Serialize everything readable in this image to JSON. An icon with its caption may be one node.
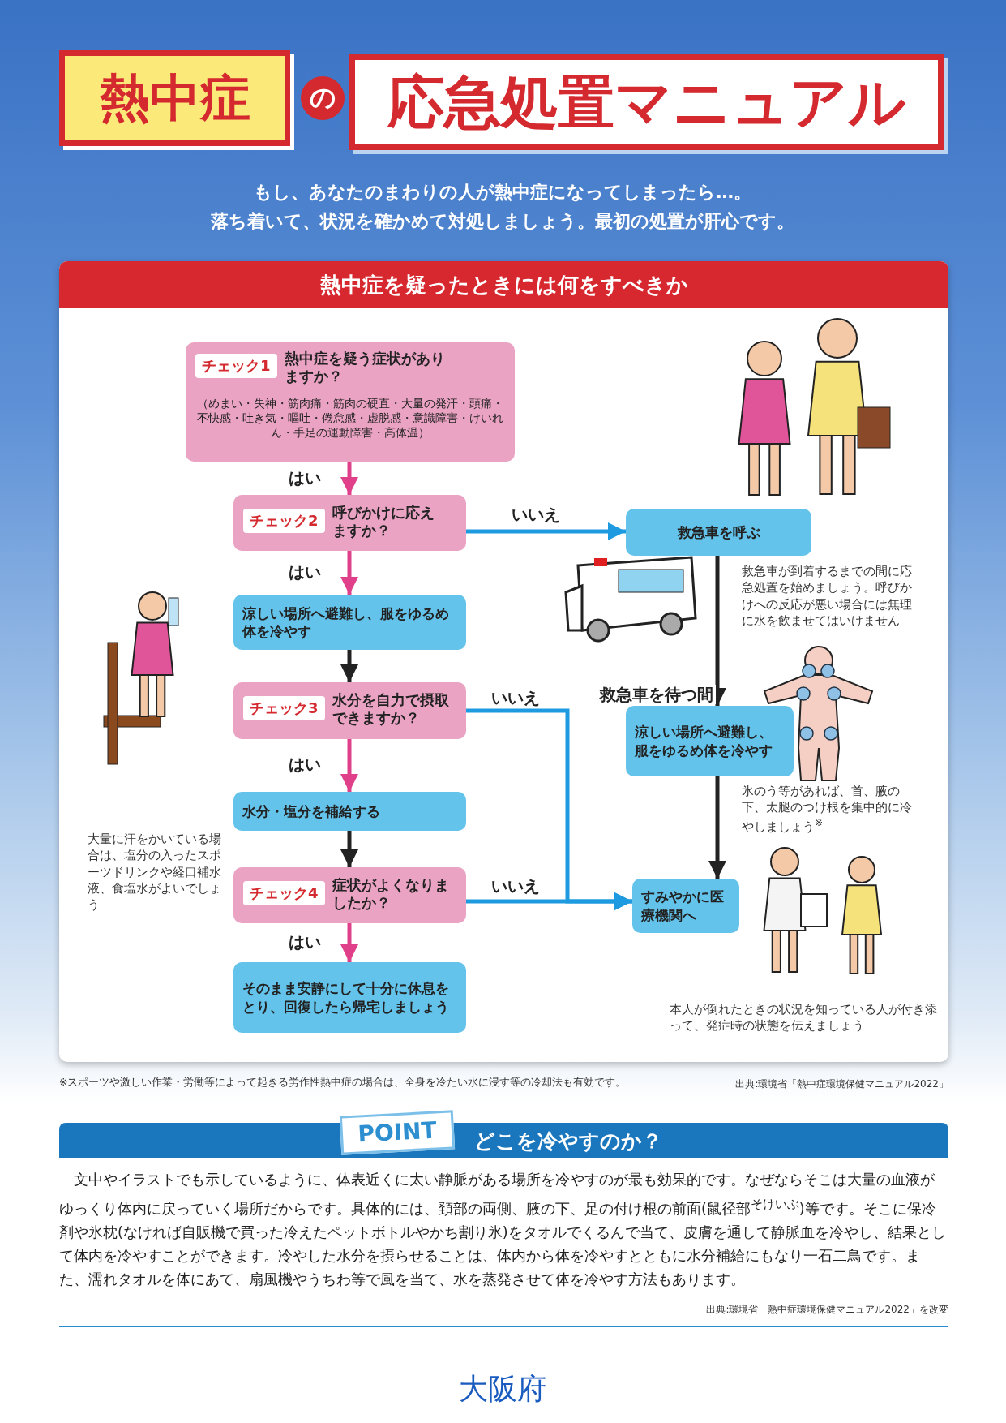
{
  "diagram": {
    "nodes": [
      {
        "text": [
          "熱中症を疑ったときには何をすべきか"
        ]
      },
      {
        "text": [
          "チェック1",
          "熱中症を疑う症状がありますか？",
          "（めまい・失神・筋肉痛・筋肉の硬直・大量の発汗・頭痛・不快感・吐き気・嘔吐・倦怠感・虚脱感・意識障害・けいれん・手足の運動障害・高体温）"
        ],
        "in": 0
      },
      {
        "text": [
          "チェック2",
          "呼びかけに応えますか？"
        ],
        "in": 0
      },
      {
        "text": [
          "涼しい場所へ避難し、服をゆるめ体を冷やす"
        ],
        "in": 0
      },
      {
        "text": [
          "チェック3",
          "水分を自力で摂取できますか？"
        ],
        "in": 0
      },
      {
        "text": [
          "水分・塩分を補給する"
        ],
        "in": 0
      },
      {
        "text": [
          "チェック4",
          "症状がよくなりましたか？"
        ],
        "in": 0
      },
      {
        "text": [
          "そのまま安静にして十分に休息をとり、回復したら帰宅しましょう"
        ],
        "in": 0
      },
      {
        "text": [
          "救急車を呼ぶ"
        ],
        "in": 0,
        "beside": [
          "救急車が到着するまでの間に応急処置を始めましょう。呼びかけへの反応が悪い場合には無理に水を飲ませてはいけません"
        ]
      },
      {
        "text": [
          "涼しい場所へ避難し、服をゆるめ体を冷やす"
        ],
        "in": 0,
        "beside": [
          "氷のう等があれば、首、腋の下、太腿のつけ根を集中的に冷やしましょう$^{※}$"
        ]
      },
      {
        "text": [
          "すみやかに医療機関へ"
        ],
        "in": 0
      }
    ],
    "edges": [
      {
        "from": 1,
        "to": 2,
        "arrow": "to",
        "label": "はい",
        "color": "#e0408a"
      },
      {
        "from": 2,
        "to": 3,
        "arrow": "to",
        "label": "はい",
        "color": "#e0408a"
      },
      {
        "from": 3,
        "to": 4,
        "arrow": "to",
        "color": "#222222"
      },
      {
        "from": 4,
        "to": 5,
        "arrow": "to",
        "label": "はい",
        "color": "#e0408a"
      },
      {
        "from": 5,
        "to": 6,
        "arrow": "to",
        "color": "#222222"
      },
      {
        "from": 6,
        "to": 7,
        "arrow": "to",
        "label": "はい",
        "color": "#e0408a"
      },
      {
        "from": 2,
        "to": 8,
        "arrow": "to",
        "label": "いいえ",
        "color": "#1e9be0"
      },
      {
        "from": 8,
        "to": 9,
        "arrow": "to",
        "label": "救急車を待つ間",
        "color": "#222222"
      },
      {
        "from": 9,
        "to": 10,
        "arrow": "to",
        "color": "#222222"
      },
      {
        "from": 4,
        "to": 10,
        "arrow": "to",
        "label": "いいえ",
        "color": "#1e9be0"
      },
      {
        "from": 6,
        "to": 10,
        "arrow": "to",
        "label": "いいえ",
        "color": "#1e9be0"
      }
    ],
    "labels": [
      "熱中症",
      "の",
      "応急処置マニュアル",
      "もし、あなたのまわりの人が熱中症になってしまったら…。",
      "落ち着いて、状況を確かめて対処しましょう。最初の処置が肝心です。",
      "大量に汗をかいている場合は、塩分の入ったスポーツドリンクや経口補水液、食塩水がよいでしょう",
      "本人が倒れたときの状況を知っている人が付き添って、発症時の状態を伝えましょう",
      "※スポーツや激しい作業・労働等によって起きる労作性熱中症の場合は、全身を冷たい水に浸す等の冷却法も有効です。",
      "出典:環境省「熱中症環境保健マニュアル2022」",
      "POINT",
      "どこを冷やすのか？",
      "文中やイラストでも示しているように、体表近くに太い静脈がある場所を冷やすのが最も効果的です。なぜならそこは大量の血液がゆっくり体内に戻っていく場所だからです。具体的には、頚部の両側、腋の下、足の付け根の前面(鼠径部$^{そけいぶ}$)等です。そこに保冷剤や氷枕(なければ自販機で買った冷えたペットボトルやかち割り氷)をタオルでくるんで当て、皮膚を通して静脈血を冷やし、結果として体内を冷やすことができます。冷やした水分を摂らせることは、体内から体を冷やすとともに水分補給にもなり一石二鳥です。また、濡れタオルを体にあて、扇風機やうちわ等で風を当て、水を蒸発させて体を冷やす方法もあります。",
      "出典:環境省「熱中症環境保健マニュアル2022」を改変",
      "大阪府"
    ]
  }
}
